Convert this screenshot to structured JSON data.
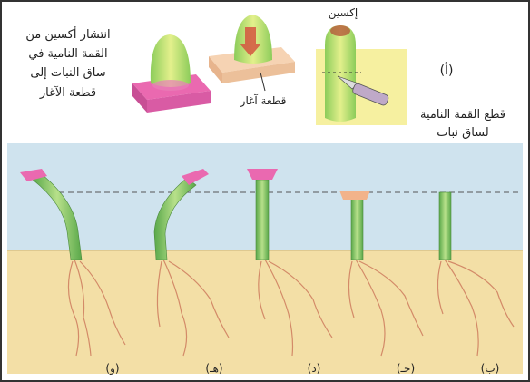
{
  "labels": {
    "auxin_diffusion": [
      "انتشار أكسين من",
      "القمة النامية في",
      "ساق النبات إلى",
      "قطعة الآغار"
    ],
    "agar_block": "قطعة آغار",
    "auxin": "إكسين",
    "panel_a": "(أ)",
    "cut_tip": [
      "قطع القمة النامية",
      "لساق نبات"
    ]
  },
  "stage_labels": [
    "(ب)",
    "(جـ)",
    "(د)",
    "(هـ)",
    "(و)"
  ],
  "colors": {
    "sky": "#cfe3ee",
    "soil": "#f3dfa6",
    "stem": "#7fc66a",
    "agar_pink": "#ea69b0",
    "agar_peach": "#f2b38a",
    "root": "#d38a68",
    "agar_top": "#f6d3b3"
  }
}
